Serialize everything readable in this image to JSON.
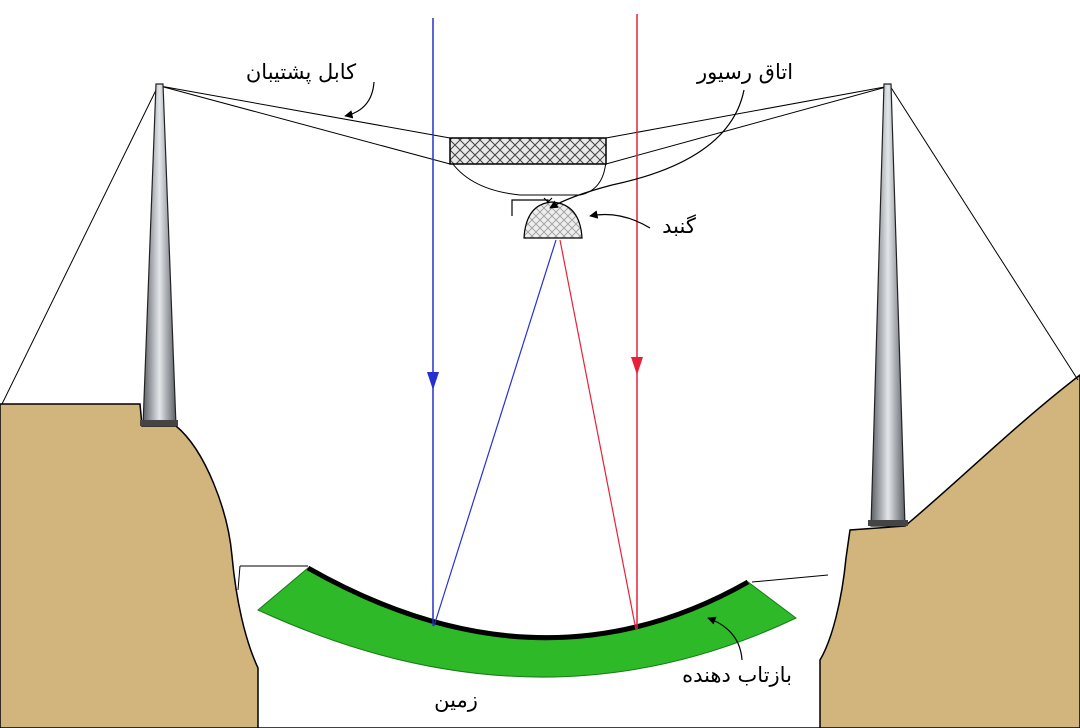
{
  "labels": {
    "backup_cable": "کابل پشتیبان",
    "receiver_room": "اتاق رسیور",
    "dome": "گنبد",
    "reflector": "بازتاب دهنده",
    "ground": "زمین"
  },
  "colors": {
    "ground": "#D2B47D",
    "reflector_fill": "#2DB928",
    "reflector_surface": "#000000",
    "tower": "#9AA0A8",
    "incoming_wave_blue": "#2630D0",
    "incoming_wave_red": "#E8203A",
    "cable": "#000000",
    "receiver_platform": "#D8D8D8",
    "dome": "#E6E6E6"
  },
  "icons": {
    "wave_arrow": "arrow-down-triangle",
    "label_pointer": "curved-arrow"
  }
}
